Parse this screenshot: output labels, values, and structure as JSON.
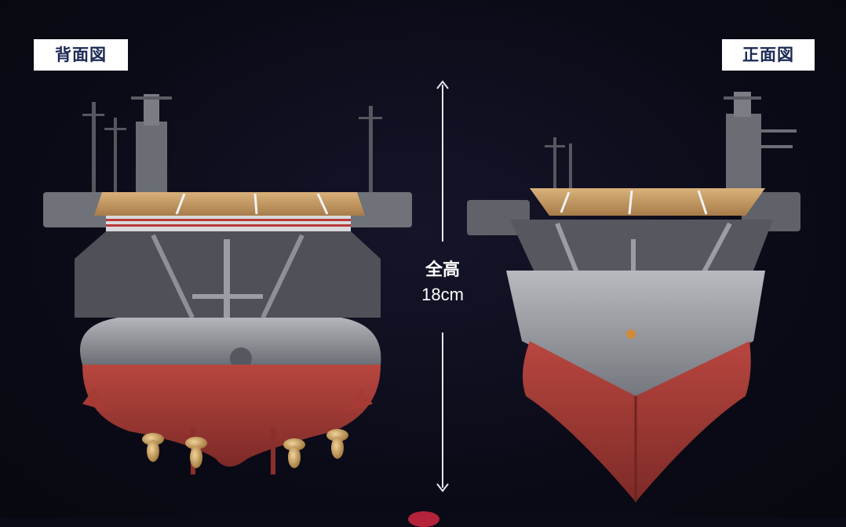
{
  "labels": {
    "back_view": "背面図",
    "front_view": "正面図"
  },
  "dimension": {
    "title": "全高",
    "value": "18cm"
  },
  "colors": {
    "background": "#0b0b18",
    "label_text": "#1b2a55",
    "hull_red": "#a63a35",
    "hull_gray": "#8e9196",
    "deck_wood": "#c49a63"
  }
}
